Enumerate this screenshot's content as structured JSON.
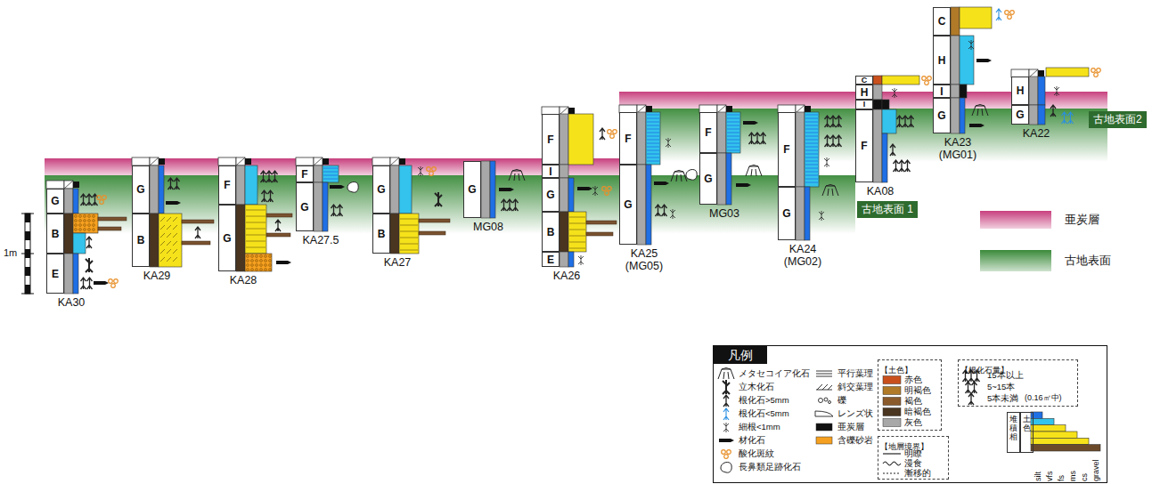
{
  "diagram": {
    "nodes": [
      {
        "text": [
          "KA30"
        ]
      },
      {
        "text": [
          "G"
        ],
        "in": 0
      },
      {
        "text": [
          "B"
        ],
        "in": 0
      },
      {
        "text": [
          "E"
        ],
        "in": 0
      },
      {
        "text": [
          "KA29"
        ]
      },
      {
        "text": [
          "G"
        ],
        "in": 4
      },
      {
        "text": [
          "B"
        ],
        "in": 4
      },
      {
        "text": [
          "KA28"
        ]
      },
      {
        "text": [
          "F"
        ],
        "in": 7
      },
      {
        "text": [
          "G"
        ],
        "in": 7
      },
      {
        "text": [
          "KA27.5"
        ]
      },
      {
        "text": [
          "F"
        ],
        "in": 10
      },
      {
        "text": [
          "G"
        ],
        "in": 10
      },
      {
        "text": [
          "KA27"
        ]
      },
      {
        "text": [
          "G"
        ],
        "in": 13
      },
      {
        "text": [
          "B"
        ],
        "in": 13
      },
      {
        "text": [
          "MG08"
        ]
      },
      {
        "text": [
          "G"
        ],
        "in": 16
      },
      {
        "text": [
          "KA26"
        ]
      },
      {
        "text": [
          "F"
        ],
        "in": 18
      },
      {
        "text": [
          "I"
        ],
        "in": 18
      },
      {
        "text": [
          "G"
        ],
        "in": 18
      },
      {
        "text": [
          "B"
        ],
        "in": 18
      },
      {
        "text": [
          "E"
        ],
        "in": 18
      },
      {
        "text": [
          "KA25",
          "(MG05)"
        ]
      },
      {
        "text": [
          "F"
        ],
        "in": 24
      },
      {
        "text": [
          "G"
        ],
        "in": 24
      },
      {
        "text": [
          "MG03"
        ]
      },
      {
        "text": [
          "F"
        ],
        "in": 27
      },
      {
        "text": [
          "G"
        ],
        "in": 27
      },
      {
        "text": [
          "KA24",
          "(MG02)"
        ]
      },
      {
        "text": [
          "F"
        ],
        "in": 30
      },
      {
        "text": [
          "G"
        ],
        "in": 30
      },
      {
        "text": [
          "KA08"
        ]
      },
      {
        "text": [
          "C"
        ],
        "in": 33
      },
      {
        "text": [
          "H"
        ],
        "in": 33
      },
      {
        "text": [
          "I"
        ],
        "in": 33
      },
      {
        "text": [
          "F"
        ],
        "in": 33
      },
      {
        "text": [
          "古地表面 1"
        ]
      },
      {
        "text": [
          "KA23",
          "(MG01)"
        ]
      },
      {
        "text": [
          "C"
        ],
        "in": 39
      },
      {
        "text": [
          "H"
        ],
        "in": 39
      },
      {
        "text": [
          "I"
        ],
        "in": 39
      },
      {
        "text": [
          "G"
        ],
        "in": 39
      },
      {
        "text": [
          "KA22"
        ]
      },
      {
        "text": [
          "H"
        ],
        "in": 44
      },
      {
        "text": [
          "G"
        ],
        "in": 44
      },
      {
        "text": [
          "古地表面2"
        ]
      },
      {
        "text": [
          "凡例"
        ]
      },
      {
        "text": [
          "【土色】"
        ],
        "in": 48
      },
      {
        "text": [
          "【地層境界】"
        ],
        "in": 48
      },
      {
        "text": [
          "【根化石量】"
        ],
        "in": 48
      },
      {
        "text": [
          "堆積相",
          "土色"
        ],
        "in": 48
      }
    ],
    "labels": [
      "1m",
      "(0.16㎡中)",
      "silt",
      "vfs",
      "fs",
      "ms",
      "cs",
      "gravel"
    ],
    "legend": [
      {
        "text": "亜炭層",
        "color": "#c8407e"
      },
      {
        "text": "古地表面",
        "color": "#3a8a3a"
      },
      {
        "text": "メタセコイア化石"
      },
      {
        "text": "立木化石"
      },
      {
        "text": "根化石>5mm"
      },
      {
        "text": "根化石<5mm"
      },
      {
        "text": "細根<1mm"
      },
      {
        "text": "材化石"
      },
      {
        "text": "酸化斑紋"
      },
      {
        "text": "長鼻類足跡化石"
      },
      {
        "text": "平行葉理"
      },
      {
        "text": "斜交葉理"
      },
      {
        "text": "礫"
      },
      {
        "text": "レンズ状"
      },
      {
        "text": "亜炭層",
        "color": "#111111"
      },
      {
        "text": "含礫砂岩",
        "color": "#f5a020"
      },
      {
        "text": "赤色",
        "color": "#c9501c"
      },
      {
        "text": "明褐色",
        "color": "#b07a28"
      },
      {
        "text": "褐色",
        "color": "#8b5a2b"
      },
      {
        "text": "暗褐色",
        "color": "#4a3520"
      },
      {
        "text": "灰色",
        "color": "#a8a8a8"
      },
      {
        "text": "明瞭"
      },
      {
        "text": "漫食"
      },
      {
        "text": "漸移的"
      },
      {
        "text": "15本以上"
      },
      {
        "text": "5~15本"
      },
      {
        "text": "5本未満"
      }
    ]
  }
}
